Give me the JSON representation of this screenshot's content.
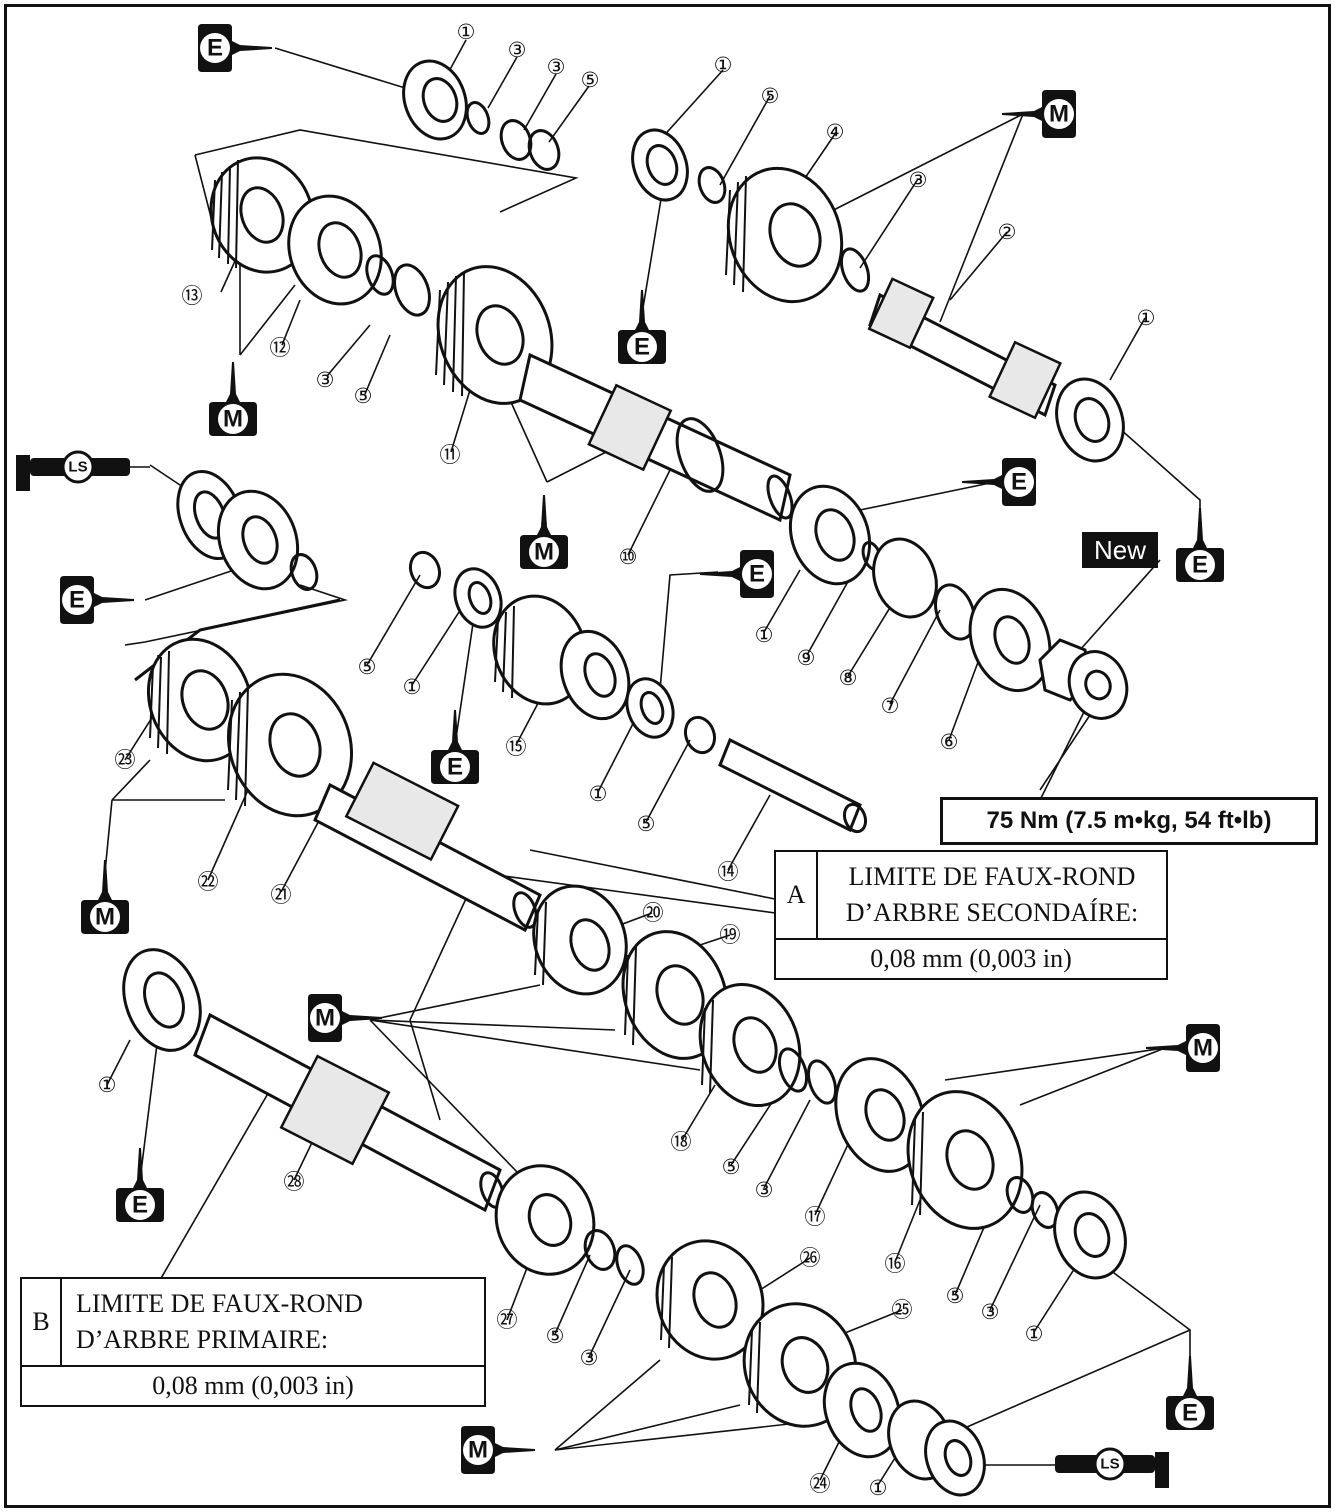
{
  "callouts": {
    "c1": "①",
    "c2": "②",
    "c3": "③",
    "c4": "④",
    "c5": "⑤",
    "c6": "⑥",
    "c7": "⑦",
    "c8": "⑧",
    "c9": "⑨",
    "c10": "⑩",
    "c11": "⑪",
    "c12": "⑫",
    "c13": "⑬",
    "c14": "⑭",
    "c15": "⑮",
    "c16": "⑯",
    "c17": "⑰",
    "c18": "⑱",
    "c19": "⑲",
    "c20": "⑳",
    "c21": "㉑",
    "c22": "㉒",
    "c23": "㉓",
    "c24": "㉔",
    "c25": "㉕",
    "c26": "㉖",
    "c27": "㉗",
    "c28": "㉘"
  },
  "symbols": {
    "engine_oil": "E",
    "moly_oil": "M",
    "lithium_grease": "LS"
  },
  "new_tag": "New",
  "torque_spec": "75 Nm (7.5 m•kg, 54 ft•lb)",
  "spec_a": {
    "letter": "A",
    "line1": "LIMITE DE FAUX-ROND",
    "line2": "D’ARBRE SECONDAÍRE:",
    "value": "0,08 mm (0,003 in)"
  },
  "spec_b": {
    "letter": "B",
    "line1": "LIMITE DE FAUX-ROND",
    "line2": "D’ARBRE PRIMAIRE:",
    "value": "0,08 mm (0,003 in)"
  }
}
